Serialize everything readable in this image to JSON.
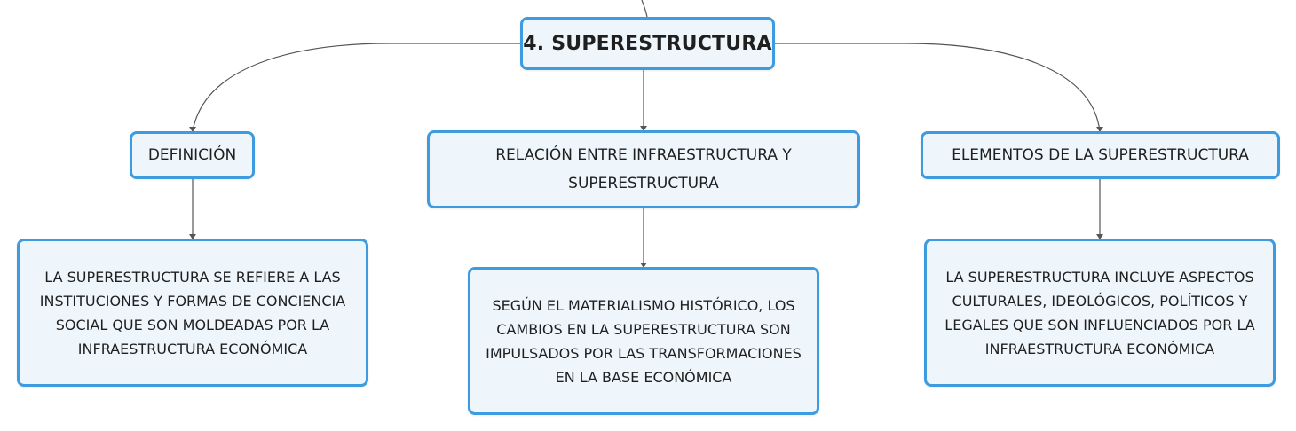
{
  "root": {
    "label": "4. SUPERESTRUCTURA"
  },
  "branches": [
    {
      "label": "DEFINICIÓN",
      "detail": "LA SUPERESTRUCTURA SE REFIERE A LAS INSTITUCIONES Y FORMAS DE CONCIENCIA SOCIAL QUE SON MOLDEADAS POR LA INFRAESTRUCTURA ECONÓMICA"
    },
    {
      "label": "RELACIÓN ENTRE INFRAESTRUCTURA Y SUPERESTRUCTURA",
      "detail": "SEGÚN EL MATERIALISMO HISTÓRICO, LOS CAMBIOS EN LA SUPERESTRUCTURA SON IMPULSADOS POR LAS TRANSFORMACIONES EN LA BASE ECONÓMICA"
    },
    {
      "label": "ELEMENTOS DE LA SUPERESTRUCTURA",
      "detail": "LA SUPERESTRUCTURA INCLUYE ASPECTOS CULTURALES, IDEOLÓGICOS, POLÍTICOS Y LEGALES QUE SON INFLUENCIADOS POR LA INFRAESTRUCTURA ECONÓMICA"
    }
  ],
  "colors": {
    "node_border": "#3e9be0",
    "node_fill": "#eef6fc",
    "connector": "#555555",
    "text": "#1f1f1f"
  }
}
